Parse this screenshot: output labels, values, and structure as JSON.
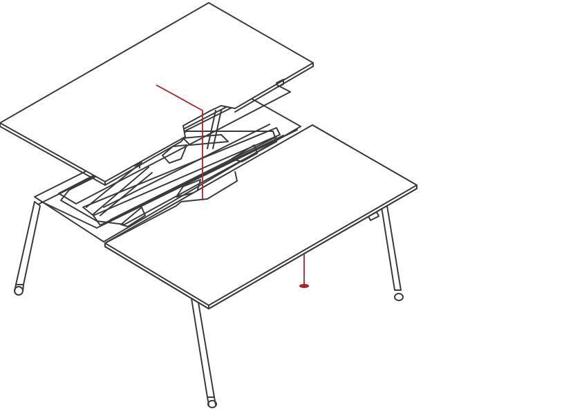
{
  "colors": {
    "line": "#3a3a3a",
    "accent": "#b3202a",
    "background": "#ffffff"
  },
  "illustration": {
    "subject": "desk-with-sliding-top",
    "icons": [
      "cable-tray",
      "leg",
      "tabletop"
    ]
  }
}
